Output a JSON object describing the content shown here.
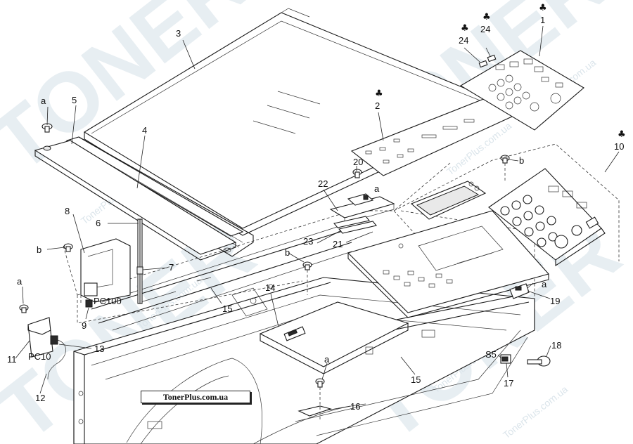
{
  "labels": {
    "l1": "1",
    "l2": "2",
    "l3": "3",
    "l4": "4",
    "l5": "5",
    "l6": "6",
    "l7": "7",
    "l8": "8",
    "l9": "9",
    "l10": "10",
    "l11": "11",
    "l12": "12",
    "l13": "13",
    "l14": "14",
    "l15a": "15",
    "l15b": "15",
    "l16": "16",
    "l17": "17",
    "l18": "18",
    "l19": "19",
    "l20": "20",
    "l21": "21",
    "l22": "22",
    "l23": "23",
    "l24a": "24",
    "l24b": "24",
    "a1": "a",
    "a2": "a",
    "a3": "a",
    "a4": "a",
    "a5": "a",
    "b1": "b",
    "b2": "b",
    "b3": "b",
    "pc100": "PC100",
    "pc10": "PC10",
    "s5": "S5"
  },
  "club_symbol": "♣",
  "credit": "TonerPlus.com.ua",
  "watermark": {
    "brand": "TONER",
    "site": "TonerPlus.com.ua"
  }
}
